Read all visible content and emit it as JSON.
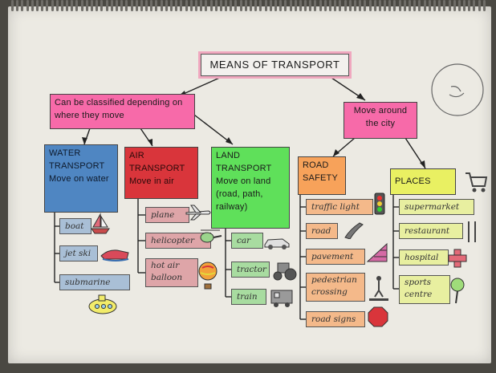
{
  "title": "MEANS OF TRANSPORT",
  "classify": "Can be classified depending on where they move",
  "move_city": "Move around the city",
  "water": {
    "heading": "WATER TRANSPORT Move on water",
    "items": [
      "boat",
      "jet ski",
      "submarine"
    ]
  },
  "air": {
    "heading": "AIR TRANSPORT Move in air",
    "items": [
      "plane",
      "helicopter",
      "hot air balloon"
    ]
  },
  "land": {
    "heading": "LAND TRANSPORT Move on land (road, path, railway)",
    "items": [
      "car",
      "tractor",
      "train"
    ]
  },
  "road_safety": {
    "heading": "ROAD SAFETY",
    "items": [
      "traffic light",
      "road",
      "pavement",
      "pedestrian crossing",
      "road signs"
    ]
  },
  "places": {
    "heading": "PLACES",
    "items": [
      "supermarket",
      "restaurant",
      "hospital",
      "sports centre"
    ]
  },
  "colors": {
    "pink": "#f76aa9",
    "water": "#4f86c2",
    "air": "#d9353b",
    "land": "#5fe05a",
    "road_safety": "#f7a25a",
    "places": "#e9f062"
  },
  "icons": [
    "sailboat-icon",
    "jet-ski-icon",
    "submarine-icon",
    "plane-icon",
    "helicopter-icon",
    "hot-air-balloon-icon",
    "car-icon",
    "tractor-icon",
    "train-icon",
    "traffic-light-icon",
    "road-icon",
    "pavement-icon",
    "pedestrian-crossing-icon",
    "stop-sign-icon",
    "shopping-cart-icon",
    "cutlery-icon",
    "hospital-cross-icon",
    "tennis-racket-icon",
    "smiley-doodle-icon"
  ]
}
